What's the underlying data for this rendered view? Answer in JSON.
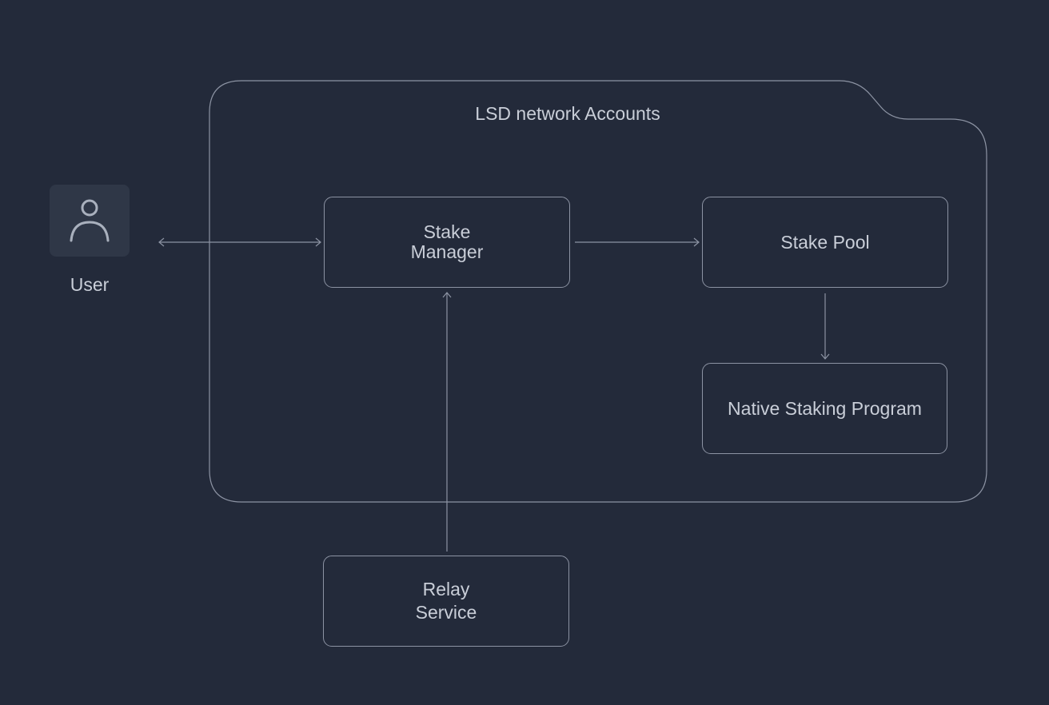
{
  "diagram": {
    "group_title": "LSD network Accounts",
    "actor": {
      "label": "User",
      "icon": "person-icon"
    },
    "nodes": {
      "stake_manager": "Stake\nManager",
      "stake_pool": "Stake Pool",
      "native_staking_program": "Native Staking Program",
      "relay_service": "Relay\nService"
    },
    "edges": [
      {
        "from": "User",
        "to": "Stake Manager",
        "direction": "both"
      },
      {
        "from": "Stake Manager",
        "to": "Stake Pool",
        "direction": "forward"
      },
      {
        "from": "Stake Pool",
        "to": "Native Staking Program",
        "direction": "forward"
      },
      {
        "from": "Relay Service",
        "to": "Stake Manager",
        "direction": "forward"
      }
    ]
  },
  "colors": {
    "background": "#232a3a",
    "stroke": "#8c93a3",
    "text": "#c9ced8",
    "icon_tile": "#2f3747"
  }
}
